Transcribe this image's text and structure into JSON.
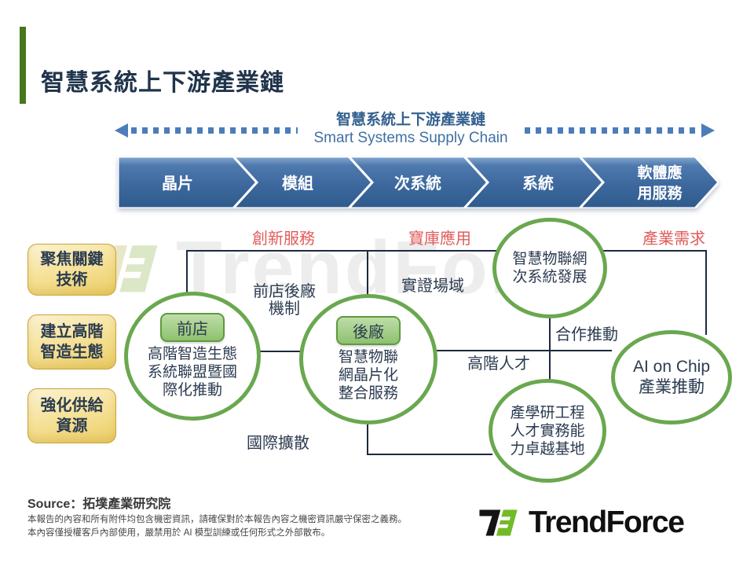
{
  "slide": {
    "title": "智慧系統上下游產業鏈"
  },
  "supply_chain": {
    "label_zh": "智慧系統上下游產業鏈",
    "label_en": "Smart Systems Supply Chain",
    "stages": [
      "晶片",
      "模組",
      "次系統",
      "系統"
    ],
    "stage5": [
      "軟體應",
      "用服務"
    ]
  },
  "phase_labels": [
    "創新服務",
    "寶庫應用",
    "產業需求"
  ],
  "left_pillars": [
    "聚焦關鍵\n技術",
    "建立高階\n智造生態",
    "強化供給\n資源"
  ],
  "nodes": {
    "front_shop": {
      "badge": "前店",
      "text": "高階智造生態\n系統聯盟暨國\n際化推動"
    },
    "back_factory": {
      "badge": "後廠",
      "text": "智慧物聯\n網晶片化\n整合服務"
    },
    "subsystem": {
      "text": "智慧物聯網\n次系統發展"
    },
    "talent_base": {
      "text": "產學研工程\n人才實務能\n力卓越基地"
    },
    "ai_on_chip": {
      "text": "AI on Chip\n產業推動"
    }
  },
  "edge_labels": {
    "mechanism": "前店後廠\n機制",
    "field": "實證場域",
    "cooperation": "合作推動",
    "talent": "高階人才",
    "international": "國際擴散"
  },
  "footer": {
    "source": "Source：拓墣產業研究院",
    "disclaimer": "本報告的內容和所有附件均包含機密資訊，請確保對於本報告內容之機密資訊嚴守保密之義務。\n本內容僅授權客戶內部使用，嚴禁用於 AI 模型訓練或任何形式之外部散布。",
    "brand": "TrendForce"
  },
  "watermark": {
    "text": "TrendForce"
  },
  "colors": {
    "accent_green": "#6aa84f",
    "chevron_blue": "#3c689e",
    "arrow_blue": "#4c7cba",
    "label_red": "#e05c5c",
    "navy_text": "#2b3b50",
    "pillar_gold": "#ecce67",
    "title_bar_green": "#47761d"
  }
}
